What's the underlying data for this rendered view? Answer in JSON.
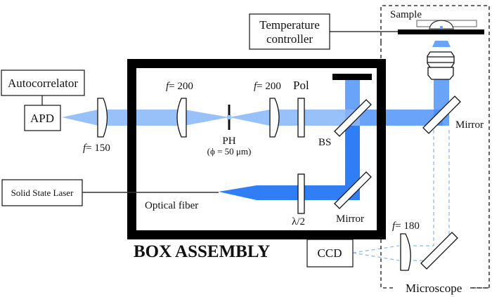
{
  "diagram": {
    "title": "BOX ASSEMBLY",
    "colors": {
      "beam_light": "#99c1f9",
      "beam_dark": "#2f7ef5",
      "beam_mid": "#6aa4f8",
      "dashed_beam": "#8fb8f0",
      "frame": "#000000",
      "background": "#ffffff"
    },
    "boxes": {
      "autocorrelator": "Autocorrelator",
      "apd": "APD",
      "temperature_controller_line1": "Temperature",
      "temperature_controller_line2": "controller",
      "solid_state_laser": "Solid State Laser",
      "ccd": "CCD"
    },
    "labels": {
      "lens_apd_f": "f",
      "lens_apd_val": "= 150",
      "lens1_f": "f",
      "lens1_val": "= 200",
      "lens2_f": "f",
      "lens2_val": "= 200",
      "polarizer": "Pol",
      "pinhole": "PH",
      "pinhole_diameter": "(ϕ = 50 μm)",
      "beam_splitter": "BS",
      "half_wave_plate": "λ/2",
      "box_mirror": "Mirror",
      "optical_fiber": "Optical fiber",
      "sample": "Sample",
      "microscope_mirror": "Mirror",
      "tube_lens_f": "f",
      "tube_lens_val": "= 180",
      "microscope": "Microscope"
    }
  }
}
